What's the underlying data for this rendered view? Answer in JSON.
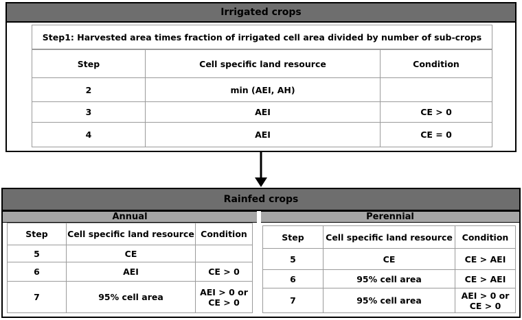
{
  "irrigated": {
    "title": "Irrigated crops",
    "note": "Step1: Harvested area times fraction of irrigated cell area divided by number of sub-crops",
    "headers": [
      "Step",
      "Cell specific land resource",
      "Condition"
    ],
    "rows": [
      [
        "2",
        "min (AEI, AH)",
        ""
      ],
      [
        "3",
        "AEI",
        "CE > 0"
      ],
      [
        "4",
        "AEI",
        "CE = 0"
      ]
    ]
  },
  "rainfed": {
    "title": "Rainfed crops",
    "annual": {
      "title": "Annual",
      "headers": [
        "Step",
        "Cell specific land resource",
        "Condition"
      ],
      "rows": [
        [
          "5",
          "CE",
          ""
        ],
        [
          "6",
          "AEI",
          "CE > 0"
        ],
        [
          "7",
          "95% cell area",
          "AEI > 0 or CE > 0"
        ]
      ]
    },
    "perennial": {
      "title": "Perennial",
      "headers": [
        "Step",
        "Cell specific land resource",
        "Condition"
      ],
      "rows": [
        [
          "5",
          "CE",
          "CE > AEI"
        ],
        [
          "6",
          "95% cell area",
          "CE > AEI"
        ],
        [
          "7",
          "95% cell area",
          "AEI > 0 or CE > 0"
        ]
      ]
    }
  }
}
